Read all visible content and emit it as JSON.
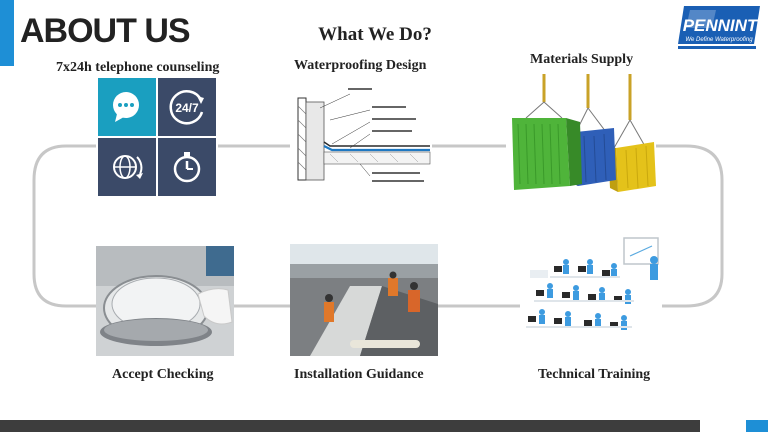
{
  "header": {
    "title": "ABOUT US",
    "subtitle": "What We Do?"
  },
  "logo": {
    "brand": "PENNINT",
    "tagline": "We Define Waterproofing",
    "color": "#1a5fb4"
  },
  "services": {
    "phone": "7x24h telephone counseling",
    "design": "Waterproofing  Design",
    "supply": "Materials Supply",
    "checking": "Accept Checking",
    "installation": "Installation Guidance",
    "training": "Technical Training"
  },
  "phone_tiles": {
    "hours": "24/7",
    "teal": "#1a9fc0",
    "navy": "#3b4a68"
  },
  "colors": {
    "accent": "#1e8fd6",
    "footer": "#3d3d3d",
    "loop": "#c7c7c7"
  }
}
